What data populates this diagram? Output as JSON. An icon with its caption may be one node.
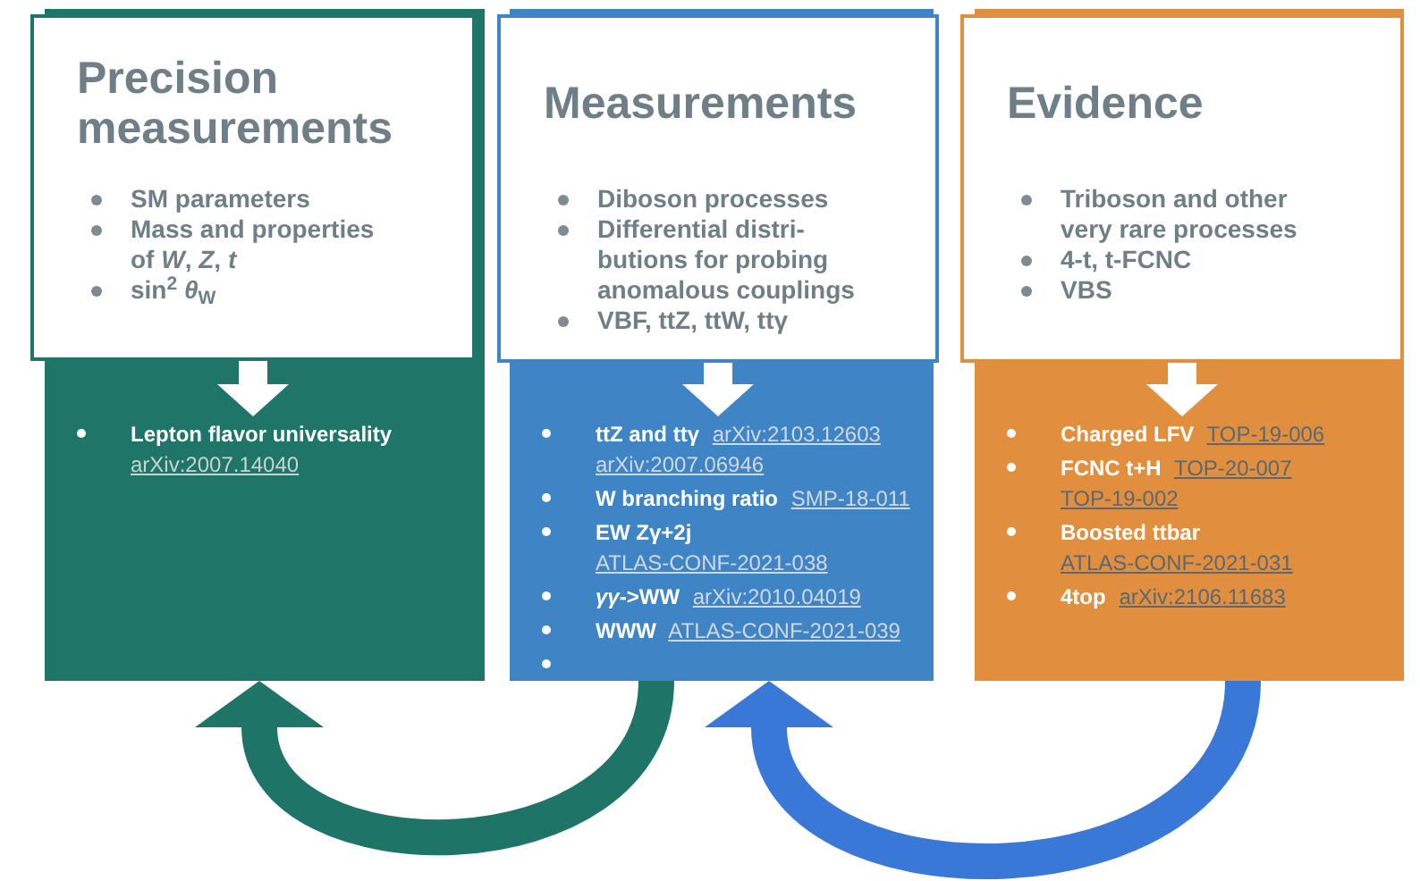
{
  "diagram": {
    "nodes": [
      {
        "text": [],
        "shape": "box"
      },
      {
        "text": [
          "Precision measurements",
          "SM parameters",
          "Mass and properties of *W*, *Z*, *t*",
          "sin$^{2}$ *θ*$_{W}$"
        ],
        "in": 0
      },
      {
        "text": [
          "Lepton flavor universality",
          "arXiv:2007.14040"
        ],
        "in": 0
      },
      {
        "text": [],
        "shape": "box"
      },
      {
        "text": [
          "Measurements",
          "Diboson processes",
          "Differential distri- butions for probing anomalous couplings",
          "VBF, ttZ, ttW, ttγ"
        ],
        "in": 3
      },
      {
        "text": [
          "ttZ and ttγ",
          "arXiv:2103.12603",
          "arXiv:2007.06946"
        ],
        "in": 3
      },
      {
        "text": [
          "W branching ratio",
          "SMP-18-011"
        ],
        "in": 3
      },
      {
        "text": [
          "EW Zγ+2j",
          "ATLAS-CONF-2021-038"
        ],
        "in": 3
      },
      {
        "text": [
          "*γγ*->WW",
          "arXiv:2010.04019"
        ],
        "in": 3
      },
      {
        "text": [
          "WWW",
          "ATLAS-CONF-2021-039"
        ],
        "in": 3
      },
      {
        "text": [],
        "shape": "box"
      },
      {
        "text": [
          "Evidence",
          "Triboson and other very rare processes",
          "4-t, t-FCNC",
          "VBS"
        ],
        "in": 10
      },
      {
        "text": [
          "Charged LFV",
          "TOP-19-006"
        ],
        "in": 10
      },
      {
        "text": [
          "FCNC t+H",
          "TOP-20-007",
          "TOP-19-002"
        ],
        "in": 10
      },
      {
        "text": [
          "Boosted ttbar",
          "ATLAS-CONF-2021-031"
        ],
        "in": 10
      },
      {
        "text": [
          "4top",
          "arXiv:2106.11683"
        ],
        "in": 10
      }
    ],
    "edges": [
      {
        "from": 1,
        "to": 2,
        "arrow": "to",
        "color": "#ffffff"
      },
      {
        "from": 4,
        "to": 5,
        "arrow": "to",
        "color": "#ffffff"
      },
      {
        "from": 11,
        "to": 12,
        "arrow": "to",
        "color": "#ffffff"
      },
      {
        "from": 3,
        "to": 0,
        "arrow": "to",
        "color": "#1e7567"
      },
      {
        "from": 10,
        "to": 3,
        "arrow": "to",
        "color": "#3a78d8"
      }
    ]
  }
}
